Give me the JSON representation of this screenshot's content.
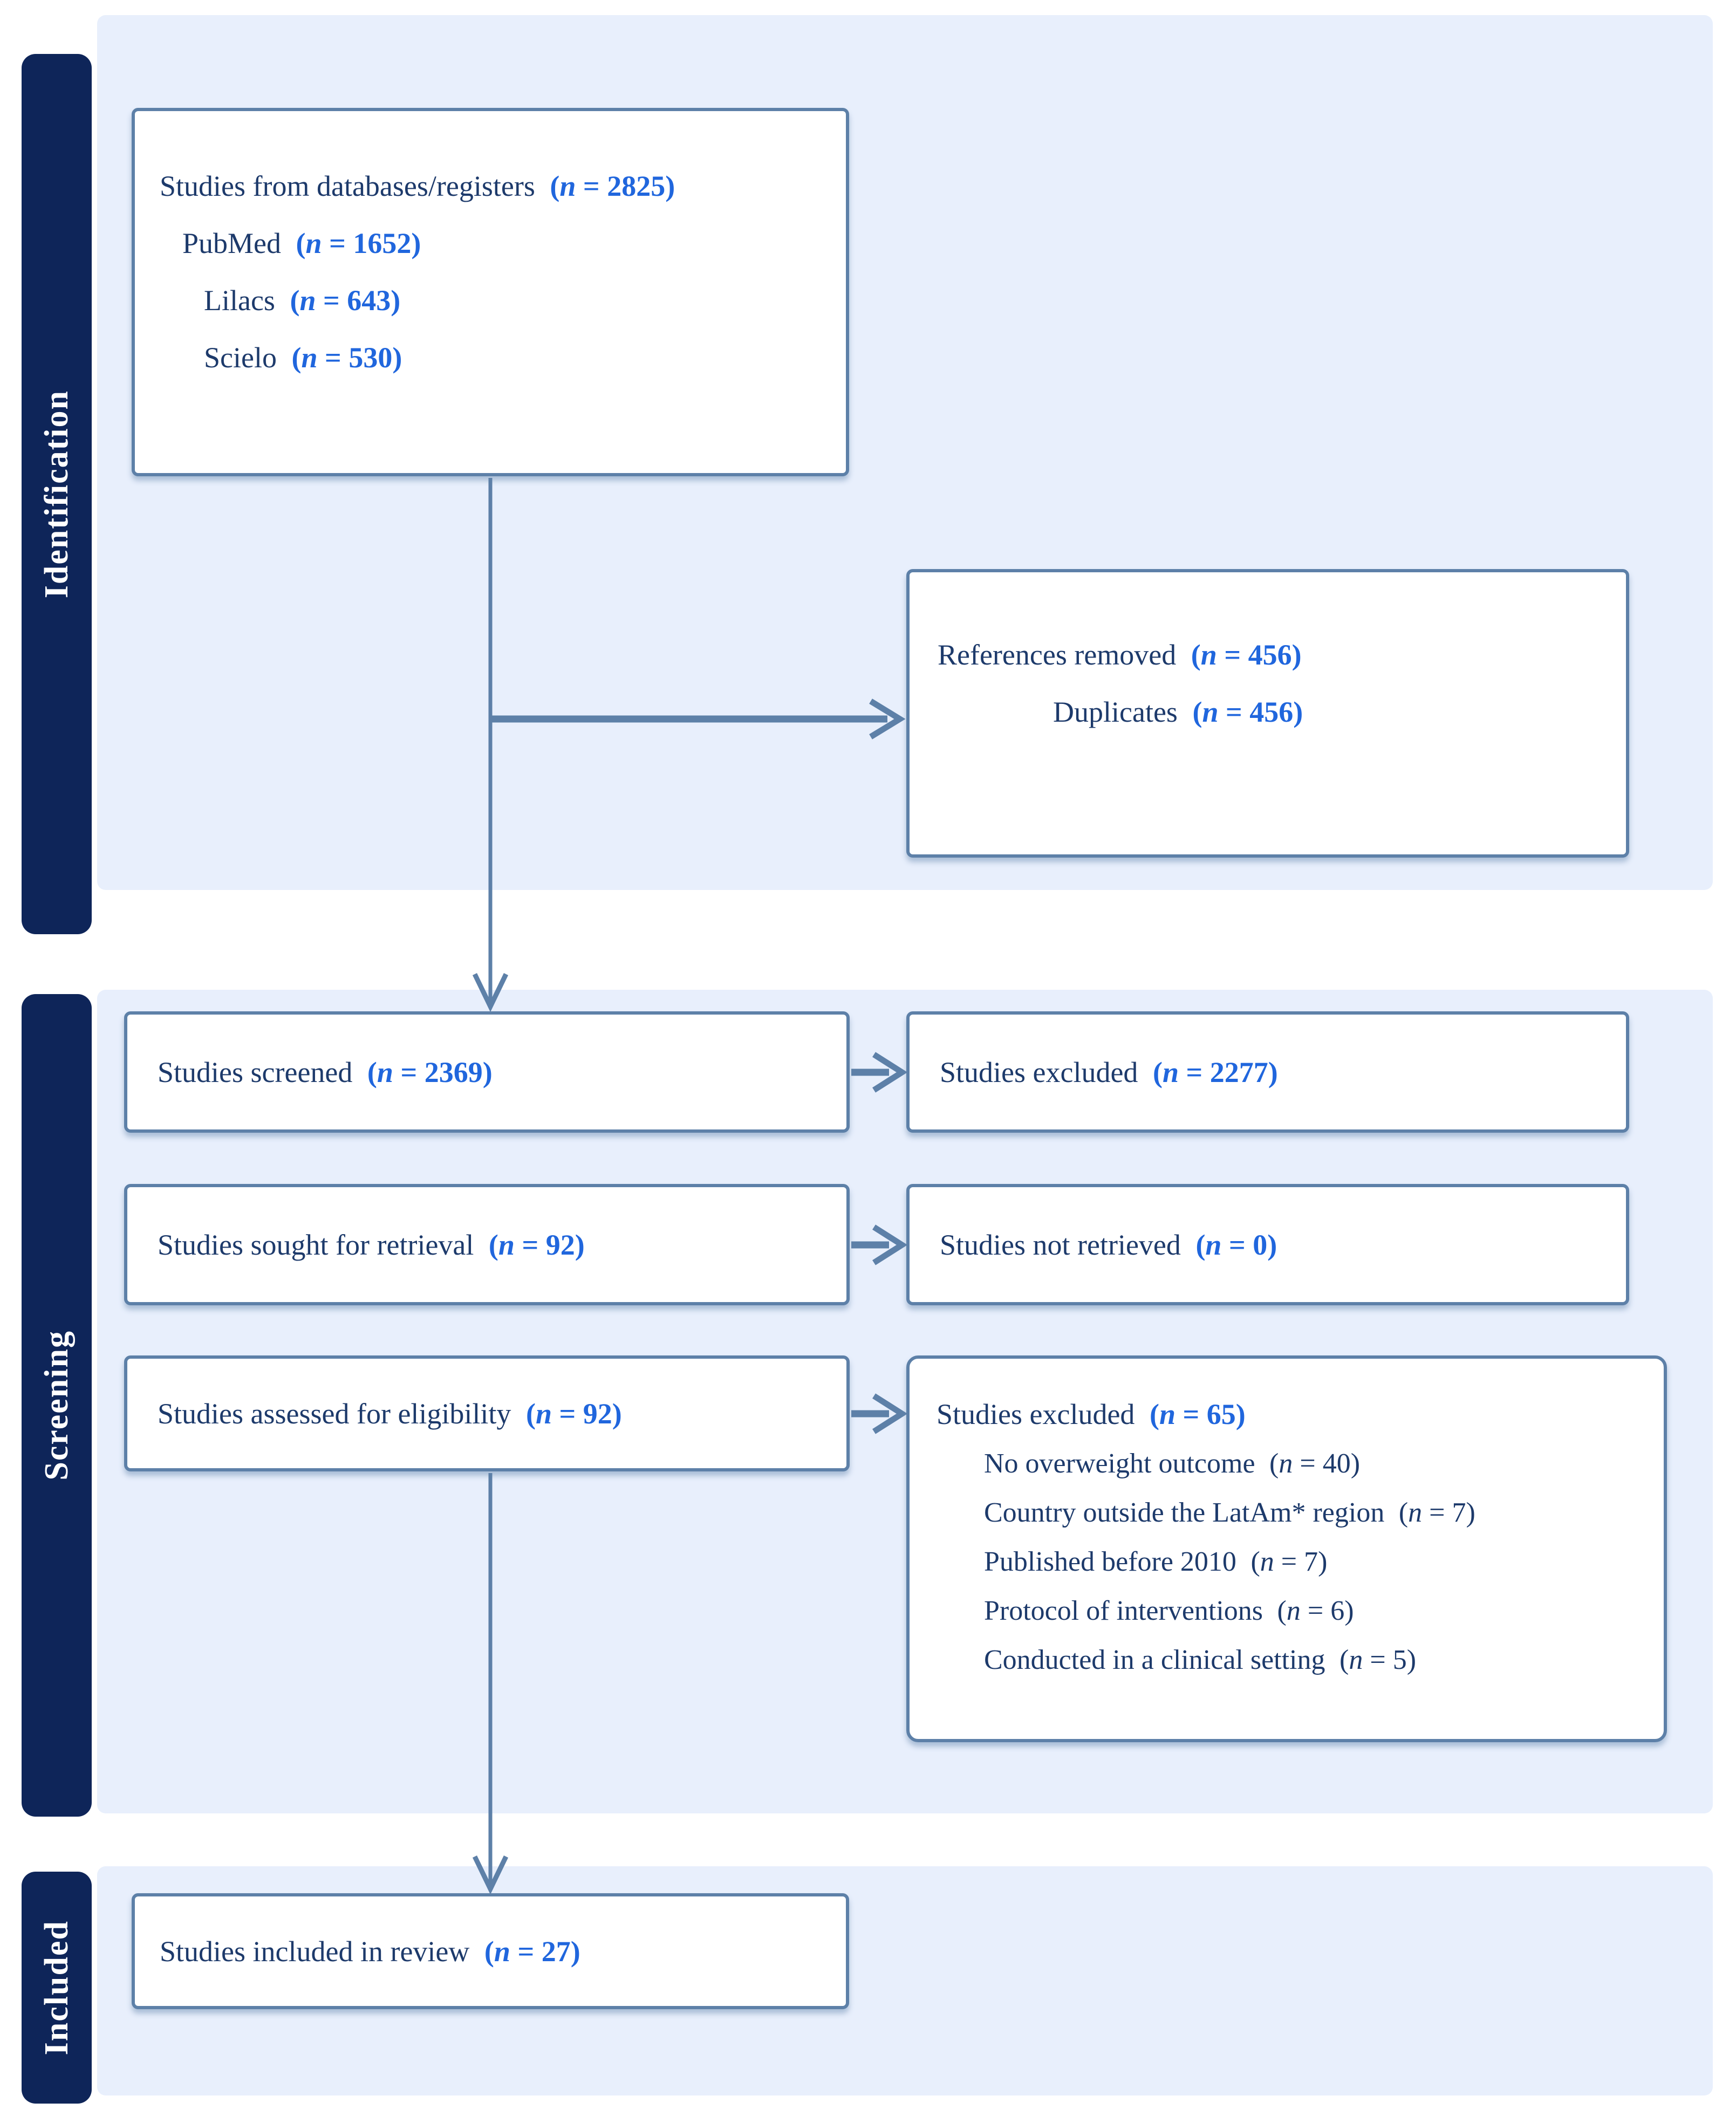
{
  "ui": {
    "lp": "(",
    "nvar": "n",
    "eq": " = ",
    "rp": ")"
  },
  "colors": {
    "stage_bar_navy": "#0e2559",
    "panel_light_blue": "#e8effc",
    "box_border_slate": "#5d80a8",
    "arrow_slate": "#5d80a8",
    "text_navy": "#1d3a6b",
    "count_blue": "#2066dd",
    "box_background": "#ffffff",
    "stage_label_text": "#ffffff"
  },
  "stages": {
    "identification": {
      "label": "Identification"
    },
    "screening": {
      "label": "Screening"
    },
    "included": {
      "label": "Included"
    }
  },
  "boxes": {
    "databases": {
      "main": {
        "text": "Studies from databases/registers",
        "count": "2825"
      },
      "sources": [
        {
          "text": "PubMed",
          "count": "1652"
        },
        {
          "text": "Lilacs",
          "count": "643"
        },
        {
          "text": "Scielo",
          "count": "530"
        }
      ]
    },
    "references_removed": {
      "main": {
        "text": "References removed",
        "count": "456"
      },
      "details": [
        {
          "text": "Duplicates",
          "count": "456"
        }
      ]
    },
    "screened": {
      "text": "Studies screened",
      "count": "2369"
    },
    "excluded_screening": {
      "text": "Studies excluded",
      "count": "2277"
    },
    "sought": {
      "text": "Studies sought for retrieval",
      "count": "92"
    },
    "not_retrieved": {
      "text": "Studies not retrieved",
      "count": "0"
    },
    "assessed": {
      "text": "Studies assessed for eligibility",
      "count": "92"
    },
    "excluded_eligibility": {
      "main": {
        "text": "Studies excluded",
        "count": "65"
      },
      "reasons": [
        {
          "text": "No overweight outcome",
          "count": "40"
        },
        {
          "text": "Country outside the LatAm* region",
          "count": "7"
        },
        {
          "text": "Published before 2010",
          "count": "7"
        },
        {
          "text": "Protocol of interventions",
          "count": "6"
        },
        {
          "text": "Conducted in a clinical setting",
          "count": "5"
        }
      ]
    },
    "included_review": {
      "text": "Studies included in review",
      "count": "27"
    }
  }
}
